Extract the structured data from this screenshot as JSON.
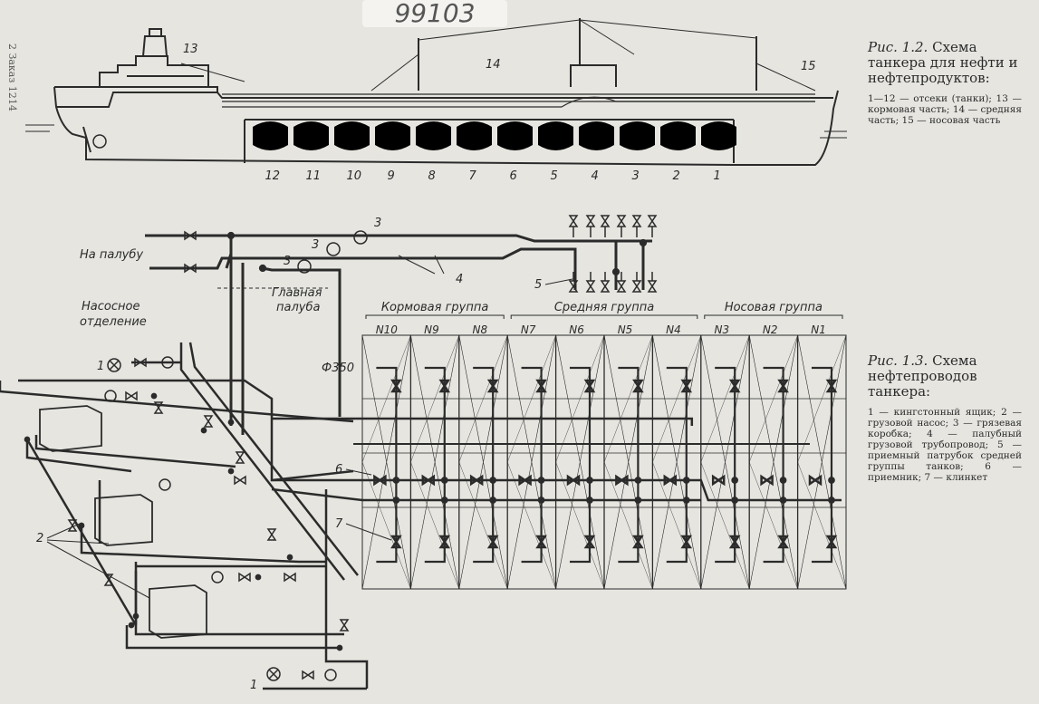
{
  "stamp": "99103",
  "margin_note": "2 Заказ 1214",
  "fig1": {
    "caption_title": "Рис. 1.2.",
    "caption_text": "Схема танкера для нефти и нефтепродуктов:",
    "legend": "1—12 — отсеки (танки); 13 — кормовая часть; 14 — средняя часть; 15 — носовая часть",
    "part_labels": [
      "13",
      "14",
      "15"
    ],
    "compartments": [
      "12",
      "11",
      "10",
      "9",
      "8",
      "7",
      "6",
      "5",
      "4",
      "3",
      "2",
      "1"
    ]
  },
  "fig2": {
    "caption_title": "Рис. 1.3.",
    "caption_text": "Схема нефтепроводов танкера:",
    "legend": "1 — кингстонный ящик; 2 — грузовой насос; 3 — грязевая коробка; 4 — палубный грузовой трубопровод; 5 — приемный патрубок средней группы танков; 6 — приемник; 7 — клинкет",
    "label_na_palubu": "На палубу",
    "label_main_deck": "Главная палуба",
    "label_pump_room": "Насосное отделение",
    "label_diameter": "Ф350",
    "groups": [
      "Кормовая группа",
      "Средняя группа",
      "Носовая группа"
    ],
    "tanks": [
      "N10",
      "N9",
      "N8",
      "N7",
      "N6",
      "N5",
      "N4",
      "N3",
      "N2",
      "N1"
    ],
    "callouts": {
      "c1a": "1",
      "c1b": "1",
      "c2": "2",
      "c3a": "3",
      "c3b": "3",
      "c3c": "3",
      "c4": "4",
      "c5": "5",
      "c6": "6",
      "c7": "7"
    }
  }
}
